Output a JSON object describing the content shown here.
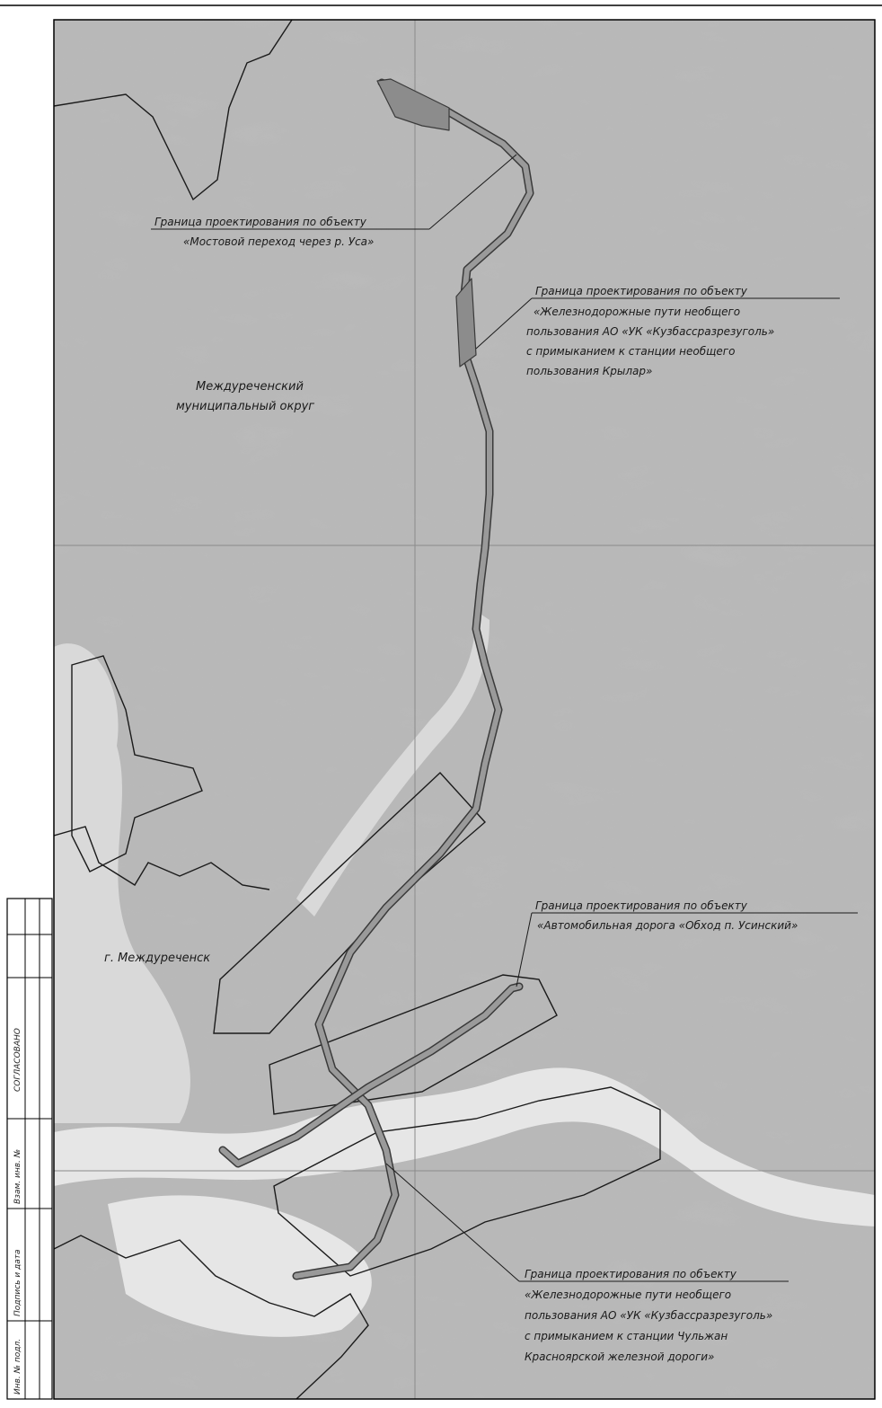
{
  "map": {
    "colors": {
      "terrain": "#b9b9b9",
      "terrain_light": "#d9d9d9",
      "urban": "#e6e6e6",
      "boundary": "#1b1b1b",
      "route": "#8c8c8c",
      "route_fill": "#9a9a9a",
      "grid": "#8a8a8a",
      "frame": "#000000"
    },
    "callouts": {
      "bridge": {
        "lines": [
          "Граница проектирования по объекту",
          "«Мостовой переход через р. Уса»"
        ]
      },
      "railway_krylar": {
        "lines": [
          "Граница проектирования по объекту",
          "«Железнодорожные пути необщего",
          "пользования АО «УК «Кузбассразрезуголь»",
          "с примыканием к станции необщего",
          "пользования Крылар»"
        ]
      },
      "road_bypass": {
        "lines": [
          "Граница проектирования по объекту",
          "«Автомобильная дорога «Обход п. Усинский»"
        ]
      },
      "railway_tulzhan": {
        "lines": [
          "Граница проектирования по объекту",
          "«Железнодорожные пути необщего",
          "пользования АО «УК «Кузбассразрезуголь»",
          "с примыканием к станции Чульжан",
          "Красноярской железной дороги»"
        ]
      }
    },
    "areas": {
      "district": [
        "Междуреченский",
        "муниципальный округ"
      ],
      "city": "г. Междуреченск"
    },
    "stamp": {
      "agreed": "СОГЛАСОВАНО",
      "cells": [
        "Взам. инв. №",
        "Подпись и дата",
        "Инв. № подл."
      ]
    }
  }
}
